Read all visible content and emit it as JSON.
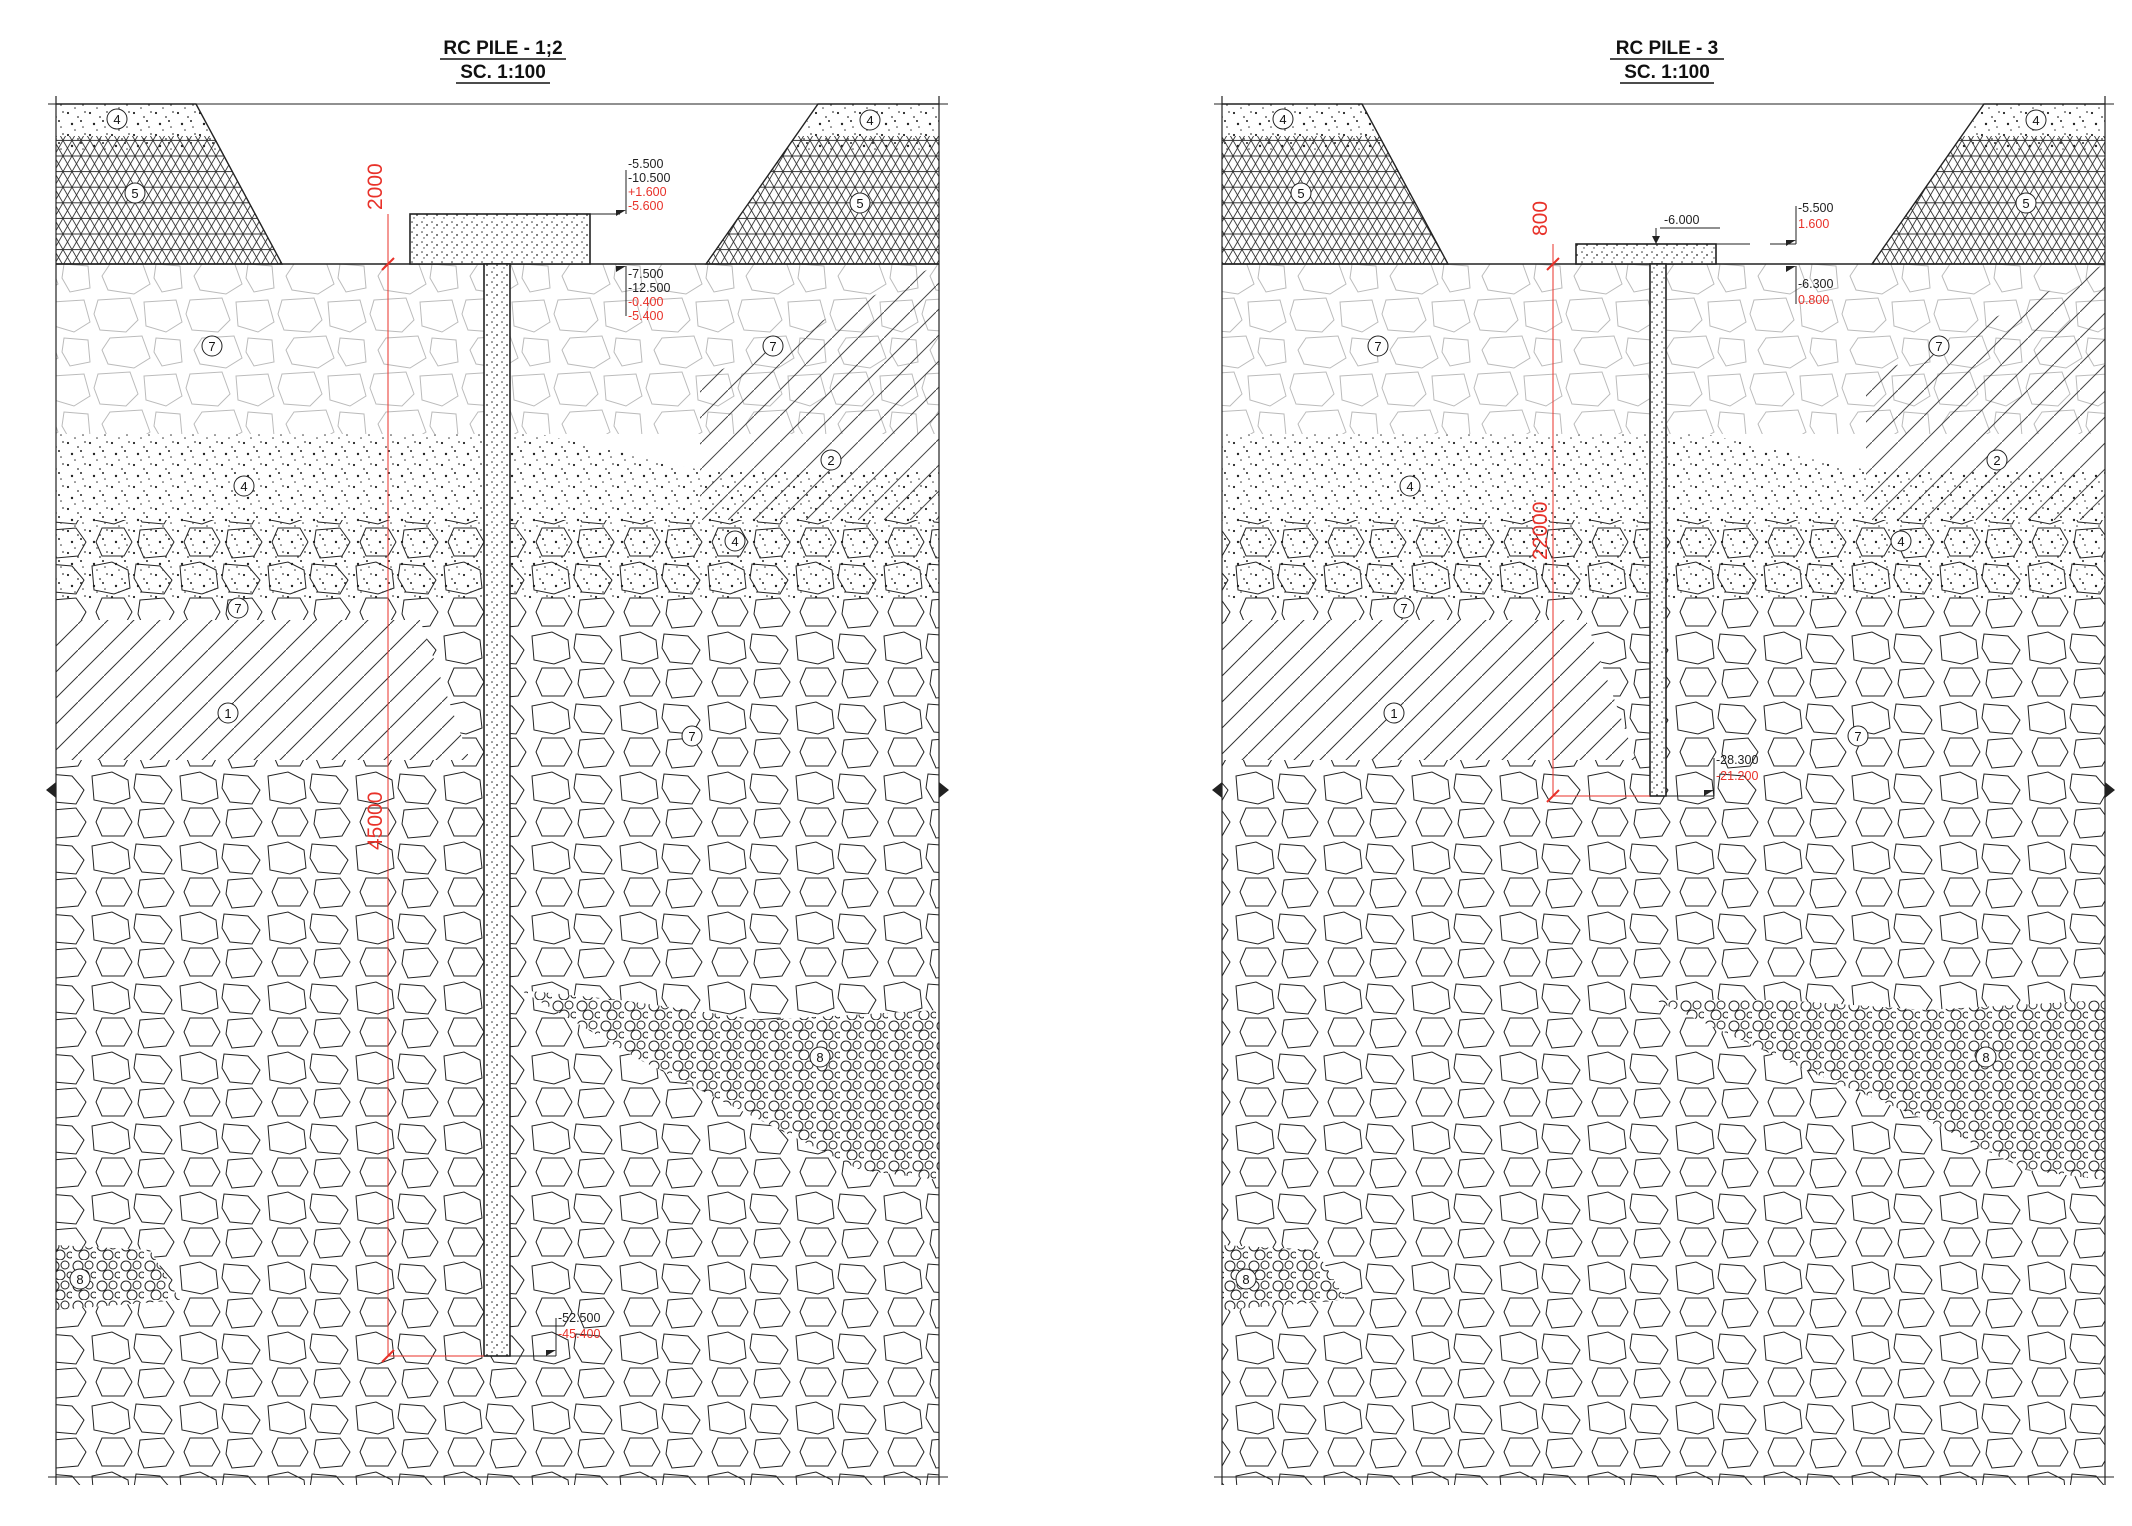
{
  "left": {
    "title": "RC PILE - 1;2",
    "scale": "SC. 1:100",
    "dim_top": "2000",
    "dim_main": "45000",
    "levels_cap_top": [
      "-5.500",
      "-10.500",
      "+1.600",
      "-5.600"
    ],
    "levels_cap_bottom": [
      "-7.500",
      "-12.500",
      "-0.400",
      "-5.400"
    ],
    "levels_toe": [
      "-52.500",
      "-45.400"
    ],
    "layer_numbers": [
      "4",
      "4",
      "5",
      "5",
      "7",
      "7",
      "2",
      "4",
      "4",
      "7",
      "1",
      "7",
      "8",
      "8"
    ]
  },
  "right": {
    "title": "RC PILE - 3",
    "scale": "SC. 1:100",
    "dim_top": "800",
    "dim_main": "22000",
    "level_cap": "-6.000",
    "levels_cap_top": [
      "-5.500",
      "1.600"
    ],
    "levels_cap_bottom": [
      "-6.300",
      "0.800"
    ],
    "levels_toe": [
      "-28.300",
      "-21.200"
    ],
    "layer_numbers": [
      "4",
      "4",
      "5",
      "5",
      "7",
      "7",
      "2",
      "4",
      "4",
      "7",
      "1",
      "7",
      "8",
      "8"
    ]
  },
  "colors": {
    "dimension": "#e8322a",
    "line": "#222222"
  }
}
